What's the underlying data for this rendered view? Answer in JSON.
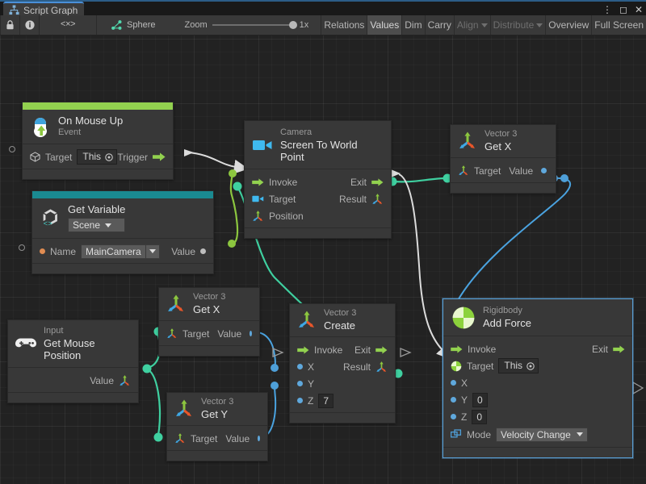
{
  "window": {
    "tab_label": "Script Graph",
    "tab_icon": "script-graph-icon",
    "buttons": [
      "kebab-menu-icon",
      "maximize-icon",
      "close-icon"
    ]
  },
  "toolbar": {
    "lock_icon": "lock-icon",
    "info_icon": "info-icon",
    "code_icon": "angle-brackets-icon",
    "breadcrumb": "Sphere",
    "breadcrumb_icon": "graph-node-icon",
    "zoom_label": "Zoom",
    "zoom_value": "1x",
    "items": [
      {
        "label": "Relations",
        "state": "normal"
      },
      {
        "label": "Values",
        "state": "active"
      },
      {
        "label": "Dim",
        "state": "normal"
      },
      {
        "label": "Carry",
        "state": "normal"
      },
      {
        "label": "Align",
        "state": "dim",
        "caret": true
      },
      {
        "label": "Distribute",
        "state": "dim",
        "caret": true
      },
      {
        "label": "Overview",
        "state": "normal"
      },
      {
        "label": "Full Screen",
        "state": "normal"
      }
    ]
  },
  "colors": {
    "accent_event": "#92d14f",
    "accent_variable": "#1a8a91",
    "flow_green": "#92d14f",
    "wire_control": "#dcdcdc",
    "wire_object": "#8cc63f",
    "wire_vector": "#3fd0a0",
    "wire_float": "#4aa3e0",
    "selected_border": "#5a9fd4",
    "node_bg": "#383838",
    "canvas_bg": "#222222"
  },
  "nodes": [
    {
      "id": "on-mouse-up",
      "type": "On Mouse Up",
      "name": "Event",
      "icon": "mouse-up-event-icon",
      "accent": "#92d14f",
      "target_label": "Target",
      "target_value": "This",
      "trigger_label": "Trigger"
    },
    {
      "id": "get-variable",
      "type": "Get Variable",
      "name": "Scene",
      "icon": "unity-variable-icon",
      "accent": "#1a8a91",
      "name_label": "Name",
      "name_value": "MainCamera",
      "value_label": "Value"
    },
    {
      "id": "camera-screen-to-world-point",
      "type": "Camera",
      "name": "Screen To World Point",
      "icon": "camera-icon",
      "inputs": [
        "Invoke",
        "Target",
        "Position"
      ],
      "outputs": [
        "Exit",
        "Result"
      ]
    },
    {
      "id": "vector3-get-x-top",
      "type": "Vector 3",
      "name": "Get X",
      "icon": "vector3-axis-icon",
      "target_label": "Target",
      "value_label": "Value"
    },
    {
      "id": "input-get-mouse-position",
      "type": "Input",
      "name": "Get Mouse Position",
      "icon": "gamepad-icon",
      "value_label": "Value"
    },
    {
      "id": "vector3-get-x-mid",
      "type": "Vector 3",
      "name": "Get X",
      "icon": "vector3-axis-icon",
      "target_label": "Target",
      "value_label": "Value"
    },
    {
      "id": "vector3-get-y-mid",
      "type": "Vector 3",
      "name": "Get Y",
      "icon": "vector3-axis-icon",
      "target_label": "Target",
      "value_label": "Value"
    },
    {
      "id": "vector3-create",
      "type": "Vector 3",
      "name": "Create",
      "icon": "vector3-axis-icon",
      "invoke_label": "Invoke",
      "exit_label": "Exit",
      "x_label": "X",
      "y_label": "Y",
      "z_label": "Z",
      "z_value": "7",
      "result_label": "Result"
    },
    {
      "id": "rigidbody-add-force",
      "type": "Rigidbody",
      "name": "Add Force",
      "icon": "rigidbody-icon",
      "selected": true,
      "invoke_label": "Invoke",
      "exit_label": "Exit",
      "target_label": "Target",
      "target_value": "This",
      "x_label": "X",
      "y_label": "Y",
      "y_value": "0",
      "z_label": "Z",
      "z_value": "0",
      "mode_label": "Mode",
      "mode_value": "Velocity Change"
    }
  ]
}
